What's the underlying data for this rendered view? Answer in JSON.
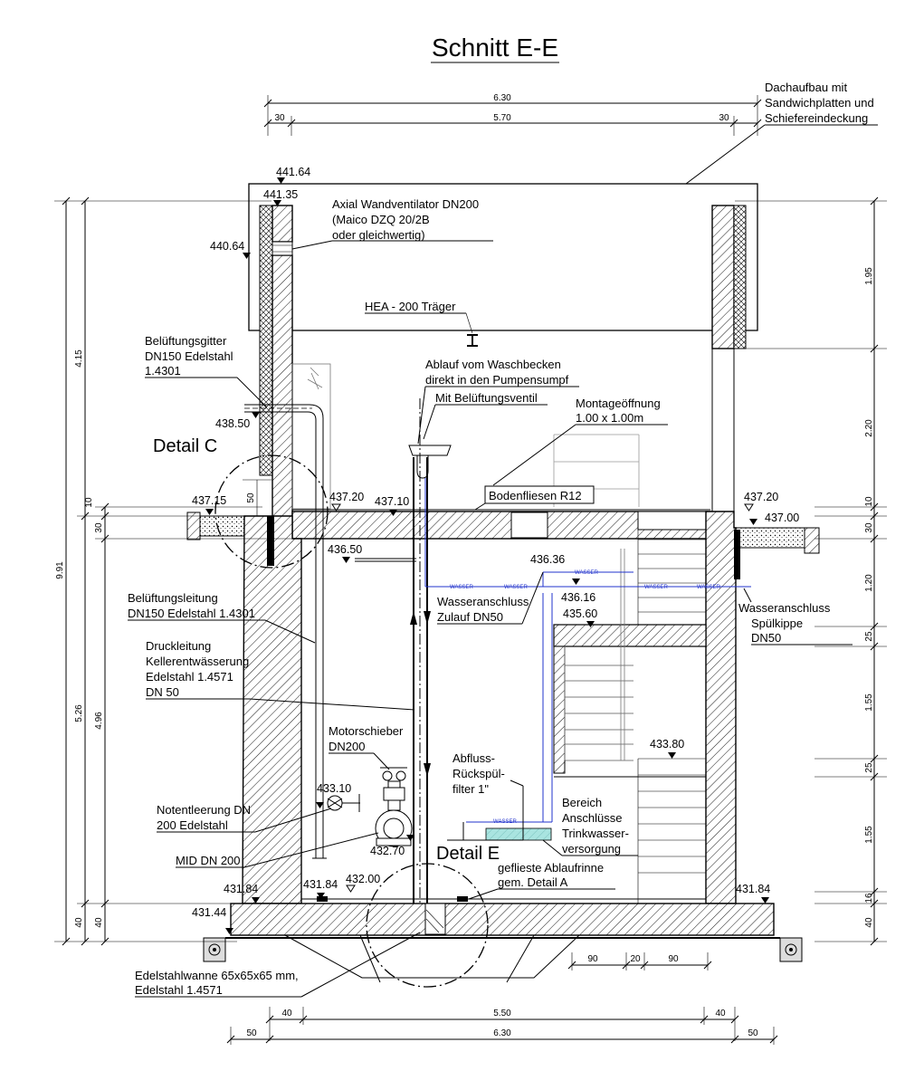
{
  "title": "Schnitt E-E",
  "dimensions_top": {
    "overall": "6.30",
    "inner": "5.70",
    "left": "30",
    "right": "30"
  },
  "dimensions_bottom": {
    "inner": "5.50",
    "overall": "6.30",
    "left_inner": "40",
    "right_inner": "40",
    "left_outer": "50",
    "right_outer": "50",
    "channel_a": "90",
    "channel_b": "20",
    "channel_c": "90"
  },
  "dimensions_left": {
    "total": "9.91",
    "upper": "4.15",
    "lower": "5.26",
    "inner": "4.96",
    "d10": "10",
    "d30": "30",
    "d40a": "40",
    "d40b": "40",
    "d50": "50"
  },
  "dimensions_right": {
    "d195": "1.95",
    "d220": "2.20",
    "d10": "10",
    "d30": "30",
    "d120": "1.20",
    "d25a": "25",
    "d155a": "1.55",
    "d25b": "25",
    "d155b": "1.55",
    "d16": "16",
    "d40": "40"
  },
  "elevations": {
    "e44164": "441.64",
    "e44135": "441.35",
    "e44064": "440.64",
    "e43850": "438.50",
    "e43715": "437.15",
    "e43720l": "437.20",
    "e43710": "437.10",
    "e43720r": "437.20",
    "e43700": "437.00",
    "e43650": "436.50",
    "e43636": "436.36",
    "e43616": "436.16",
    "e43560": "435.60",
    "e43380": "433.80",
    "e43310": "433.10",
    "e43270": "432.70",
    "e43200": "432.00",
    "e43184a": "431.84",
    "e43184b": "431.84",
    "e43184c": "431.84",
    "e43144": "431.44"
  },
  "labels": {
    "dach_1": "Dachaufbau mit",
    "dach_2": "Sandwichplatten und",
    "dach_3": "Schiefereindeckung",
    "vent_1": "Axial Wandventilator DN200",
    "vent_2": "(Maico DZQ 20/2B",
    "vent_3": "oder gleichwertig)",
    "hea": "HEA - 200 Träger",
    "gitter_1": "Belüftungsgitter",
    "gitter_2": "DN150 Edelstahl",
    "gitter_3": "1.4301",
    "ablauf_1": "Ablauf vom Waschbecken",
    "ablauf_2": "direkt in den Pumpensumpf",
    "ablauf_3": "Mit Belüftungsventil",
    "montage_1": "Montageöffnung",
    "montage_2": "1.00 x 1.00m",
    "detail_c": "Detail C",
    "bodenfliesen": "Bodenfliesen R12",
    "wz_1": "Wasseranschluss",
    "wz_2": "Zulauf DN50",
    "ws_1": "Wasseranschluss",
    "ws_2": "Spülkippe",
    "ws_3": "DN50",
    "bl_1": "Belüftungsleitung",
    "bl_2": "DN150 Edelstahl 1.4301",
    "dl_1": "Druckleitung",
    "dl_2": "Kellerentwässerung",
    "dl_3": "Edelstahl 1.4571",
    "dl_4": "DN 50",
    "ms_1": "Motorschieber",
    "ms_2": "DN200",
    "af_1": "Abfluss-",
    "af_2": "Rückspül-",
    "af_3": "filter 1\"",
    "ne_1": "Notentleerung DN",
    "ne_2": "200 Edelstahl",
    "tw_1": "Bereich",
    "tw_2": "Anschlüsse",
    "tw_3": "Trinkwasser-",
    "tw_4": "versorgung",
    "mid": "MID DN 200",
    "detail_e": "Detail E",
    "rinne_1": "geflieste Ablaufrinne",
    "rinne_2": "gem. Detail A",
    "wanne_1": "Edelstahlwanne 65x65x65 mm,",
    "wanne_2": "Edelstahl 1.4571",
    "water_tag": "WASSER"
  },
  "colors": {
    "line": "#000000",
    "water": "#2233cc",
    "tank": "#a9e4e0"
  }
}
